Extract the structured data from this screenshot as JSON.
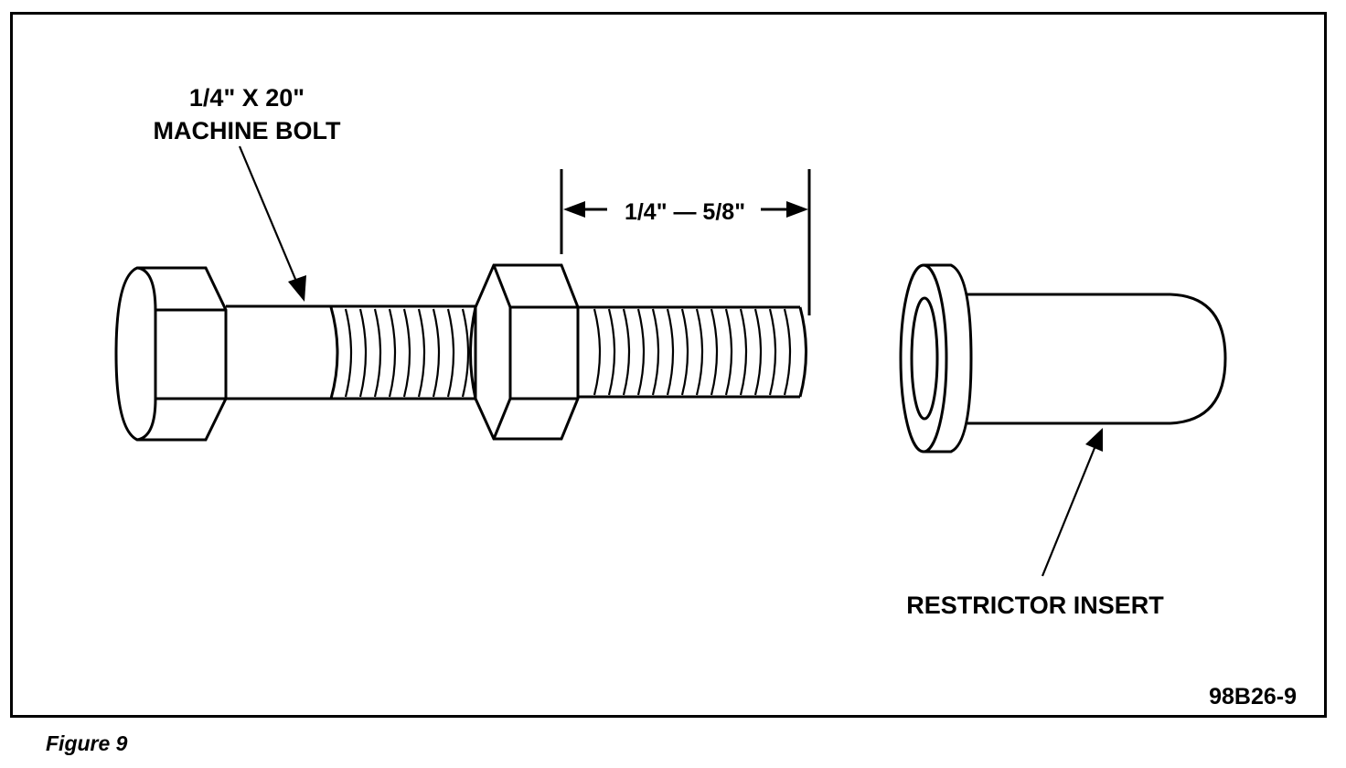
{
  "bolt_label": {
    "line1": "1/4\" X 20\"",
    "line2": "MACHINE BOLT"
  },
  "dimension_label": "1/4\" — 5/8\"",
  "insert_label": "RESTRICTOR INSERT",
  "figure_code": "98B26-9",
  "caption": "Figure 9"
}
